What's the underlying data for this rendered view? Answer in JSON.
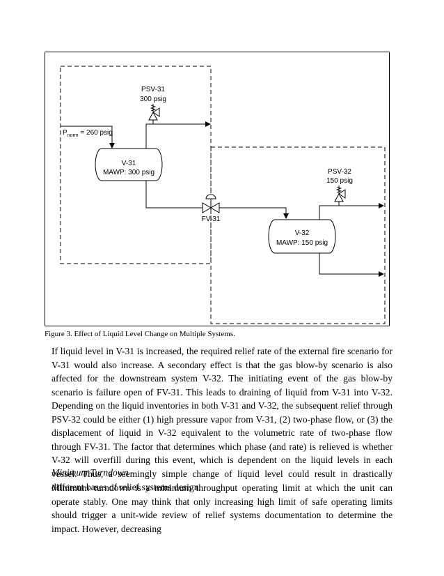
{
  "figure": {
    "caption": "Figure 3. Effect of Liquid Level Change on Multiple Systems.",
    "labels": {
      "psv31_name": "PSV-31",
      "psv31_set": "300 psig",
      "pnorm_main": "P",
      "pnorm_sub": "norm",
      "pnorm_rest": " = 260 psig",
      "v31_name": "V-31",
      "v31_mawp": "MAWP: 300 psig",
      "psv32_name": "PSV-32",
      "psv32_set": "150 psig",
      "fv31_name": "FV-31",
      "v32_name": "V-32",
      "v32_mawp": "MAWP: 150 psig"
    }
  },
  "body": {
    "para1": "If liquid level in V-31 is increased, the required relief rate of the external fire scenario for V-31 would also increase. A secondary effect is that the gas blow-by scenario is also affected for the downstream system V-32. The initiating event of the gas blow-by scenario is failure open of FV-31. This leads to draining of liquid from V-31 into V-32. Depending on the liquid inventories in both V-31 and V-32, the subsequent relief through PSV-32 could be either (1) high pressure vapor from V-31, (2) two-phase flow, or (3) the displacement of liquid in V-32 equivalent to the volumetric rate of two-phase flow through FV-31. The factor that determines which phase (and rate) is relieved is whether V-32 will overfill during this event, which is dependent on the liquid levels in each vessel. Thus, a seemingly simple change of liquid level could result in drastically different bases of relief systems design.",
    "heading": "Minimum Turndown",
    "para2": "Minimum turndown is a minimum throughput operating limit at which the unit can operate stably. One may think that only increasing high limit of safe operating limits should trigger a unit-wide review of relief systems documentation to determine the impact. However, decreasing"
  }
}
